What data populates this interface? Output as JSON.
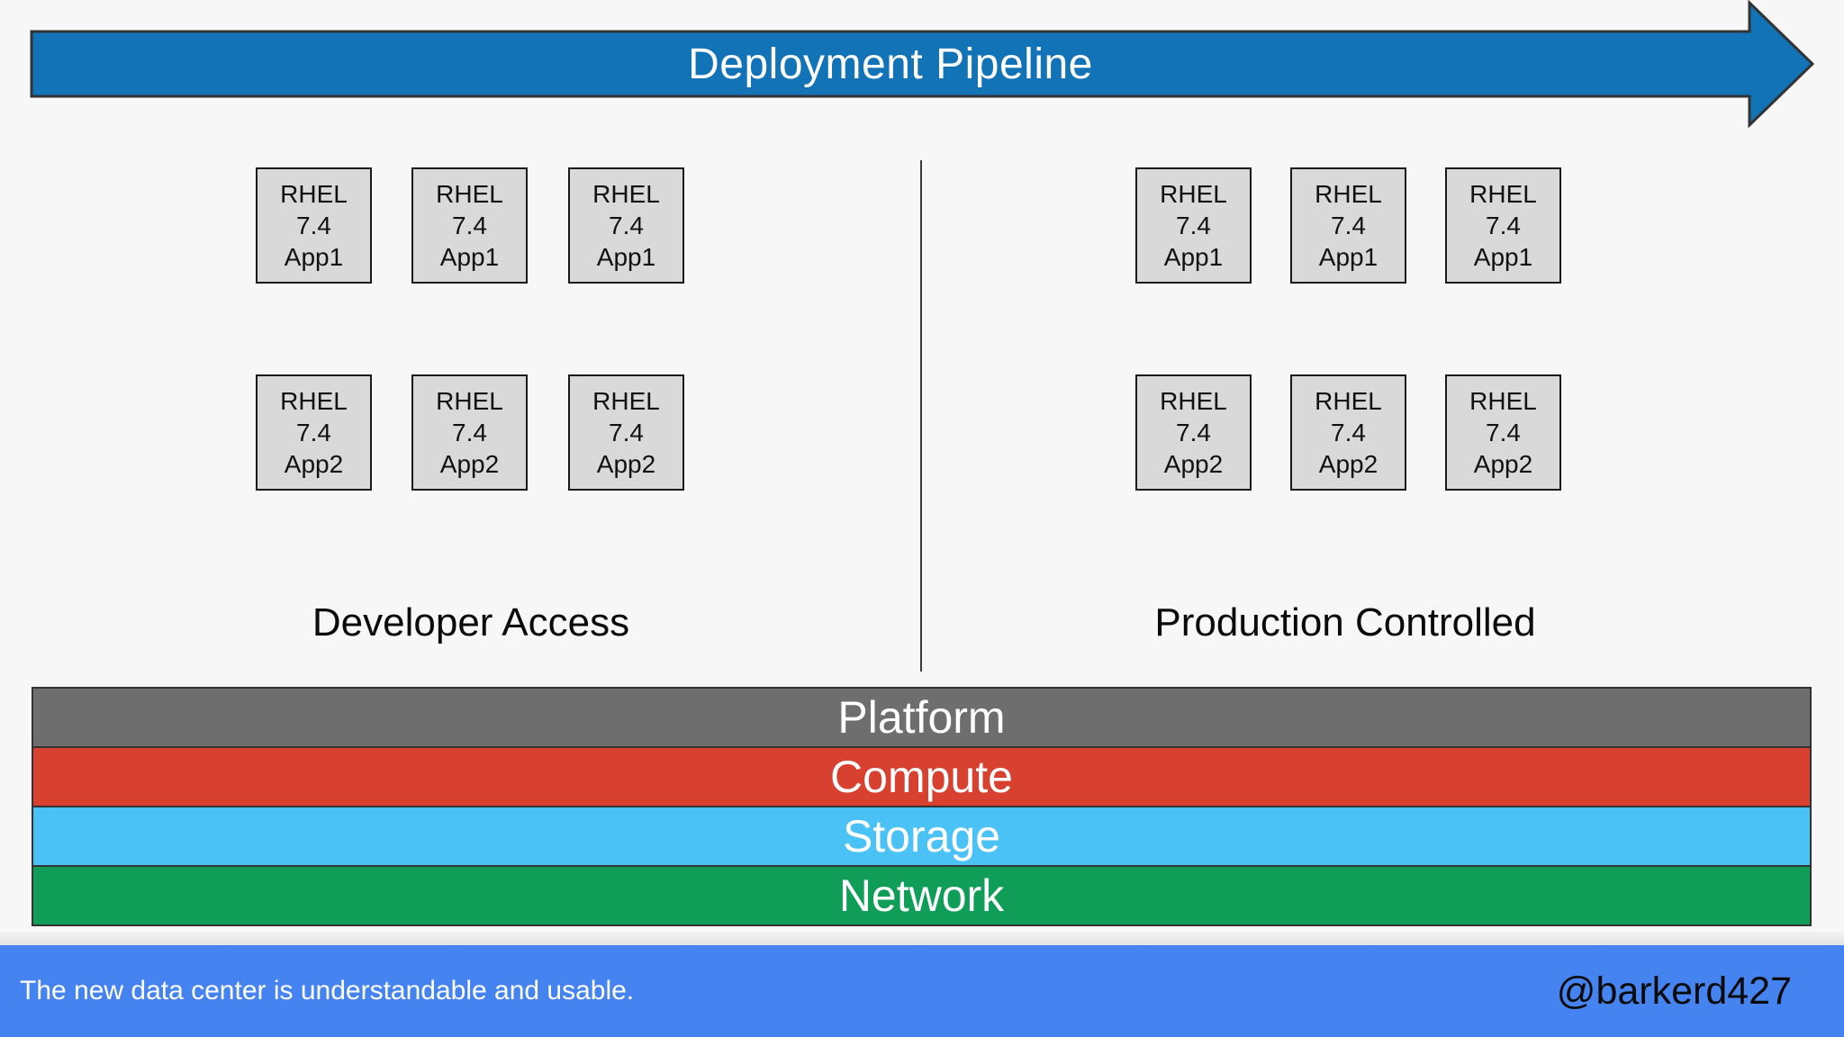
{
  "pipeline": {
    "title": "Deployment Pipeline",
    "arrow_color": "#1273B7"
  },
  "vm_box": {
    "fill": "#D9D9D9"
  },
  "vm_types": {
    "app1": {
      "os": "RHEL",
      "version": "7.4",
      "app": "App1"
    },
    "app2": {
      "os": "RHEL",
      "version": "7.4",
      "app": "App2"
    }
  },
  "zones": {
    "developer": {
      "label": "Developer Access"
    },
    "production": {
      "label": "Production Controlled"
    }
  },
  "layers": [
    {
      "label": "Platform",
      "color": "#6E6E6E"
    },
    {
      "label": "Compute",
      "color": "#D8402F"
    },
    {
      "label": "Storage",
      "color": "#4AC2F6"
    },
    {
      "label": "Network",
      "color": "#0F9D58"
    }
  ],
  "footer": {
    "message": "The new data center is understandable and usable.",
    "handle": "@barkerd427",
    "bg_color": "#4584F0"
  }
}
